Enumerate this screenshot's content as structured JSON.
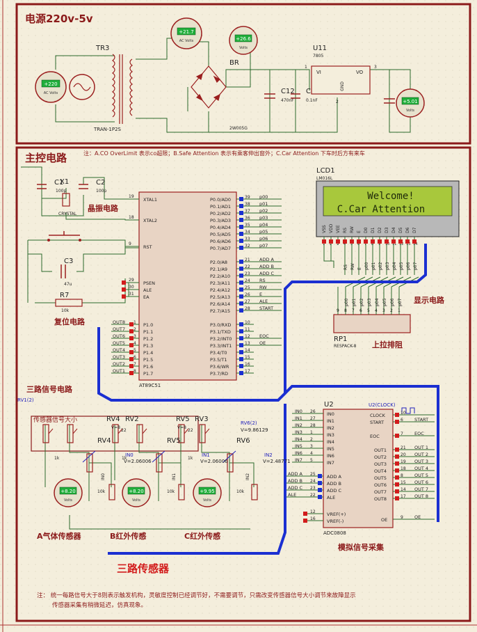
{
  "colors": {
    "background": "#f4eedc",
    "frame": "#8b1a1a",
    "wire": "#2d6b2d",
    "bus": "#1b2fd1",
    "component": "#9b1f1f",
    "lcd_bg": "#a8c83c",
    "lcd_text": "#1e2a0a",
    "meter_face": "#1fae3a"
  },
  "titles": {
    "power": "电源220v-5v",
    "main": "主控电路",
    "three_signal": "三路信号电路",
    "three_sensor": "三路传感器",
    "crystal": "晶振电路",
    "reset": "复位电路",
    "display": "显示电路",
    "pullup": "上拉排阻",
    "adc": "模拟信号采集",
    "sensor_a": "A气体传感器",
    "sensor_b": "B红外传感",
    "sensor_c": "C红外传感",
    "sensitivity": "传感器信号大小"
  },
  "notes": {
    "top": "注：A.CO OverLimit 表示co超限；B.Safe Attention 表示有乘客伸出窗外；C.Car Attention 下车时后方有来车",
    "bottom_line1": "注：  统一每路信号大于8则表示触发机构，灵敏度控制已经调节好，不需要调节，只需改变传感器信号大小调节来故障显示",
    "bottom_line2": "传感器采集有稍微延迟，仿真现象。"
  },
  "power": {
    "tr_label": "TR3",
    "tr_model": "TRAN-1P2S",
    "br_label": "BR",
    "br_model": "2W005G",
    "u11_label": "U11",
    "u11_model": "7805",
    "u11_vi": "VI",
    "u11_vo": "VO",
    "u11_gnd": "GND",
    "pin1": "1",
    "pin2": "2",
    "pin3": "3",
    "c12": "C12",
    "c12_val": "470nF",
    "c": "C",
    "c_val": "0.1nF",
    "meter_src": "+220",
    "meter_sec": "+21.7",
    "meter_dc": "+26.6",
    "meter_out": "+5.01",
    "ac_unit": "AC Volts",
    "dc_unit": "Volts"
  },
  "mcu": {
    "part": "AT89C51",
    "crystal": "CRYSTAL",
    "x1": "X1",
    "c1": "C1",
    "c1_val": "100p",
    "c2": "C2",
    "c2_val": "100p",
    "c3": "C3",
    "c3_val": "47u",
    "r7": "R7",
    "r7_val": "10k",
    "left_pins": [
      {
        "num": "19",
        "name": "XTAL1"
      },
      {
        "num": "18",
        "name": "XTAL2"
      },
      {
        "num": "9",
        "name": "RST"
      },
      {
        "num": "29",
        "name": "PSEN"
      },
      {
        "num": "30",
        "name": "ALE"
      },
      {
        "num": "31",
        "name": "EA"
      }
    ],
    "p1_pins": [
      {
        "num": "1",
        "name": "P1.0",
        "net": "OUT8"
      },
      {
        "num": "2",
        "name": "P1.1",
        "net": "OUT7"
      },
      {
        "num": "3",
        "name": "P1.2",
        "net": "OUT6"
      },
      {
        "num": "4",
        "name": "P1.3",
        "net": "OUT5"
      },
      {
        "num": "5",
        "name": "P1.4",
        "net": "OUT4"
      },
      {
        "num": "6",
        "name": "P1.5",
        "net": "OUT3"
      },
      {
        "num": "7",
        "name": "P1.6",
        "net": "OUT2"
      },
      {
        "num": "8",
        "name": "P1.7",
        "net": "OUT1"
      }
    ],
    "p0_pins": [
      {
        "num": "39",
        "name": "P0.0/AD0",
        "net": "p00"
      },
      {
        "num": "38",
        "name": "P0.1/AD1",
        "net": "p01"
      },
      {
        "num": "37",
        "name": "P0.2/AD2",
        "net": "p02"
      },
      {
        "num": "36",
        "name": "P0.3/AD3",
        "net": "p03"
      },
      {
        "num": "35",
        "name": "P0.4/AD4",
        "net": "p04"
      },
      {
        "num": "34",
        "name": "P0.5/AD5",
        "net": "p05"
      },
      {
        "num": "33",
        "name": "P0.6/AD6",
        "net": "p06"
      },
      {
        "num": "32",
        "name": "P0.7/AD7",
        "net": "p07"
      }
    ],
    "p2_pins": [
      {
        "num": "21",
        "name": "P2.0/A8",
        "net": "ADD A"
      },
      {
        "num": "22",
        "name": "P2.1/A9",
        "net": "ADD B"
      },
      {
        "num": "23",
        "name": "P2.2/A10",
        "net": "ADD C"
      },
      {
        "num": "24",
        "name": "P2.3/A11",
        "net": "RS"
      },
      {
        "num": "25",
        "name": "P2.4/A12",
        "net": "RW"
      },
      {
        "num": "26",
        "name": "P2.5/A13",
        "net": "E"
      },
      {
        "num": "27",
        "name": "P2.6/A14",
        "net": "ALE"
      },
      {
        "num": "28",
        "name": "P2.7/A15",
        "net": "START"
      }
    ],
    "p3_pins": [
      {
        "num": "10",
        "name": "P3.0/RXD",
        "net": ""
      },
      {
        "num": "11",
        "name": "P3.1/TXD",
        "net": ""
      },
      {
        "num": "12",
        "name": "P3.2/INT0",
        "net": "EOC"
      },
      {
        "num": "13",
        "name": "P3.3/INT1",
        "net": "OE"
      },
      {
        "num": "14",
        "name": "P3.4/T0",
        "net": ""
      },
      {
        "num": "15",
        "name": "P3.5/T1",
        "net": ""
      },
      {
        "num": "16",
        "name": "P3.6/WR",
        "net": ""
      },
      {
        "num": "17",
        "name": "P3.7/RD",
        "net": ""
      }
    ]
  },
  "lcd": {
    "label": "LCD1",
    "model": "LM016L",
    "line1": "Welcome!",
    "line2": "C.Car Attention",
    "pins": [
      "VSS",
      "VDD",
      "VEE",
      "RS",
      "RW",
      "E",
      "D0",
      "D1",
      "D2",
      "D3",
      "D4",
      "D5",
      "D6",
      "D7"
    ],
    "pin_nums": [
      "1",
      "2",
      "3",
      "4",
      "5",
      "6",
      "7",
      "8",
      "9",
      "10",
      "11",
      "12",
      "13",
      "14"
    ],
    "nets": [
      "RS",
      "RW",
      "E",
      "p00",
      "p01",
      "p02",
      "p03",
      "p04",
      "p05",
      "p06",
      "p07"
    ]
  },
  "rp1": {
    "label": "RP1",
    "model": "RESPACK-8",
    "nets": [
      "p00",
      "p01",
      "p02",
      "p03",
      "p04",
      "p05",
      "p06",
      "p07"
    ],
    "pins": [
      "9",
      "8",
      "7",
      "6",
      "5",
      "4",
      "3",
      "2",
      "1"
    ]
  },
  "adc": {
    "label": "U2",
    "part": "ADC0808",
    "clock_label": "U2(CLOCK)",
    "in_pins": [
      {
        "num": "26",
        "name": "IN0",
        "net": "IN0"
      },
      {
        "num": "27",
        "name": "IN1",
        "net": "IN1"
      },
      {
        "num": "28",
        "name": "IN2",
        "net": "IN2"
      },
      {
        "num": "1",
        "name": "IN3",
        "net": "IN3"
      },
      {
        "num": "2",
        "name": "IN4",
        "net": "IN4"
      },
      {
        "num": "3",
        "name": "IN5",
        "net": "IN5"
      },
      {
        "num": "4",
        "name": "IN6",
        "net": "IN6"
      },
      {
        "num": "5",
        "name": "IN7",
        "net": "IN7"
      }
    ],
    "addr_pins": [
      {
        "num": "25",
        "name": "ADD A",
        "net": "ADD A"
      },
      {
        "num": "24",
        "name": "ADD B",
        "net": "ADD B"
      },
      {
        "num": "23",
        "name": "ADD C",
        "net": "ADD C"
      },
      {
        "num": "22",
        "name": "ALE",
        "net": "ALE"
      }
    ],
    "vref_pins": [
      {
        "num": "12",
        "name": "VREF(+)"
      },
      {
        "num": "16",
        "name": "VREF(-)"
      }
    ],
    "right_top": [
      {
        "num": "10",
        "name": "CLOCK",
        "net": ""
      },
      {
        "num": "6",
        "name": "START",
        "net": "START"
      },
      {
        "num": "7",
        "name": "EOC",
        "net": "EOC"
      }
    ],
    "out_pins": [
      {
        "num": "21",
        "name": "OUT1",
        "net": "OUT 1"
      },
      {
        "num": "20",
        "name": "OUT2",
        "net": "OUT 2"
      },
      {
        "num": "19",
        "name": "OUT3",
        "net": "OUT 3"
      },
      {
        "num": "18",
        "name": "OUT4",
        "net": "OUT 4"
      },
      {
        "num": "8",
        "name": "OUT5",
        "net": "OUT 5"
      },
      {
        "num": "15",
        "name": "OUT6",
        "net": "OUT 6"
      },
      {
        "num": "14",
        "name": "OUT7",
        "net": "OUT 7"
      },
      {
        "num": "17",
        "name": "OUT8",
        "net": "OUT 8"
      }
    ],
    "oe_pin": {
      "num": "9",
      "name": "OE",
      "net": "OE"
    }
  },
  "sensors": {
    "rv1_probe": "RV1(2)",
    "rv4": "RV4",
    "rv2": "RV2",
    "rv5": "RV5",
    "rv3": "RV3",
    "rv6": "RV6",
    "rv6_probe": "RV6(2)",
    "rv6_probe_val": "V=9.86129",
    "in0": "IN0",
    "in1": "IN1",
    "in2": "IN2",
    "v_b": "V=2.06006",
    "v_c": "V=2.06006",
    "v_in2": "V=2.48771",
    "v_partial": "V=8",
    "r_1k": "1k",
    "r_10k": "10k",
    "r_22": "22",
    "meter_a": "+8.20",
    "meter_b": "+8.20",
    "meter_c": "+9.95",
    "meter_unit": "Volts"
  }
}
